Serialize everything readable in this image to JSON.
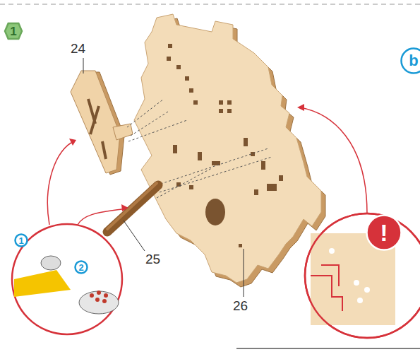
{
  "diagram": {
    "nodes": [
      {
        "text": [
          "1"
        ]
      },
      {
        "text": [
          "b"
        ]
      },
      {
        "text": [
          "1"
        ]
      },
      {
        "text": [
          "2"
        ]
      },
      {
        "text": [
          "!"
        ]
      }
    ],
    "labels": [
      "24",
      "25",
      "26"
    ]
  }
}
